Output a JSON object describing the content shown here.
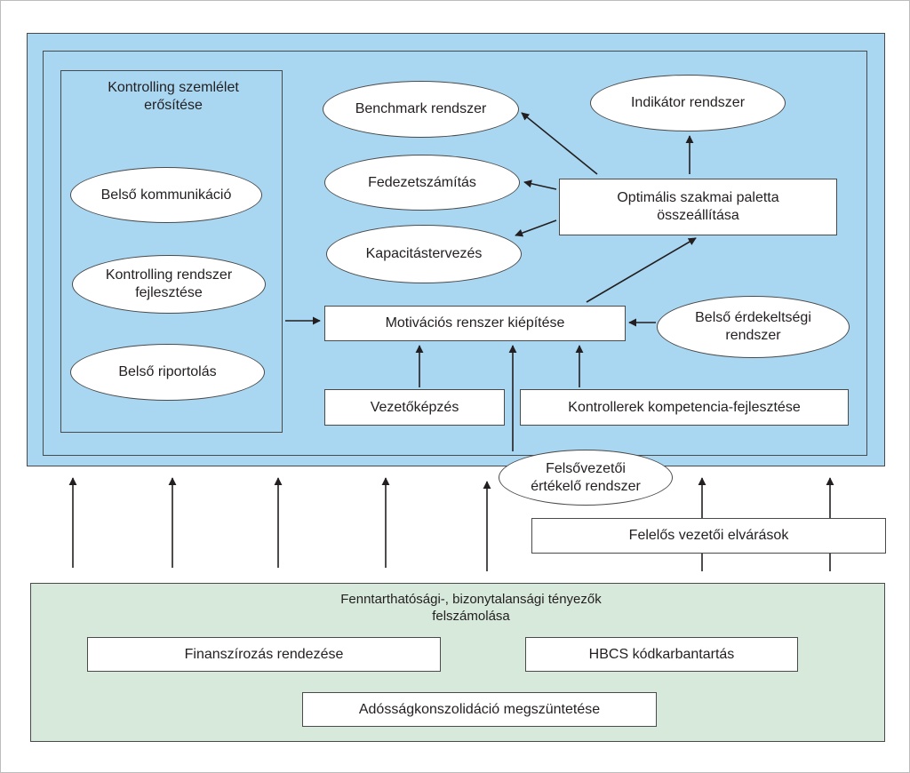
{
  "diagram": {
    "left_panel": {
      "title": "Kontrolling szemlélet erősítése",
      "items": [
        "Belső kommunikáció",
        "Kontrolling rendszer fejlesztése",
        "Belső riportolás"
      ]
    },
    "ovals": {
      "benchmark": "Benchmark rendszer",
      "indikator": "Indikátor rendszer",
      "fedezet": "Fedezetszámítás",
      "kapacitas": "Kapacitástervezés",
      "erdekeltseg": "Belső érdekeltségi rendszer",
      "felsovezetoi": "Felsővezetői értékelő rendszer"
    },
    "boxes": {
      "optimalis": "Optimális szakmai paletta összeállítása",
      "motivacios": "Motivációs renszer kiépítése",
      "vezetokepzes": "Vezetőképzés",
      "kontrollerek": "Kontrollerek kompetencia-fejlesztése",
      "felelos": "Felelős vezetői elvárások"
    },
    "bottom_panel": {
      "title": "Fenntarthatósági-, bizonytalansági tényezők felszámolása",
      "items": {
        "finanszirozas": "Finanszírozás rendezése",
        "hbcs": "HBCS kódkarbantartás",
        "adossag": "Adósságkonszolidáció megszüntetése"
      }
    },
    "colors": {
      "blue_panel": "#a9d7f2",
      "green_panel": "#d7e9da",
      "outline": "#4a4a4a"
    }
  }
}
